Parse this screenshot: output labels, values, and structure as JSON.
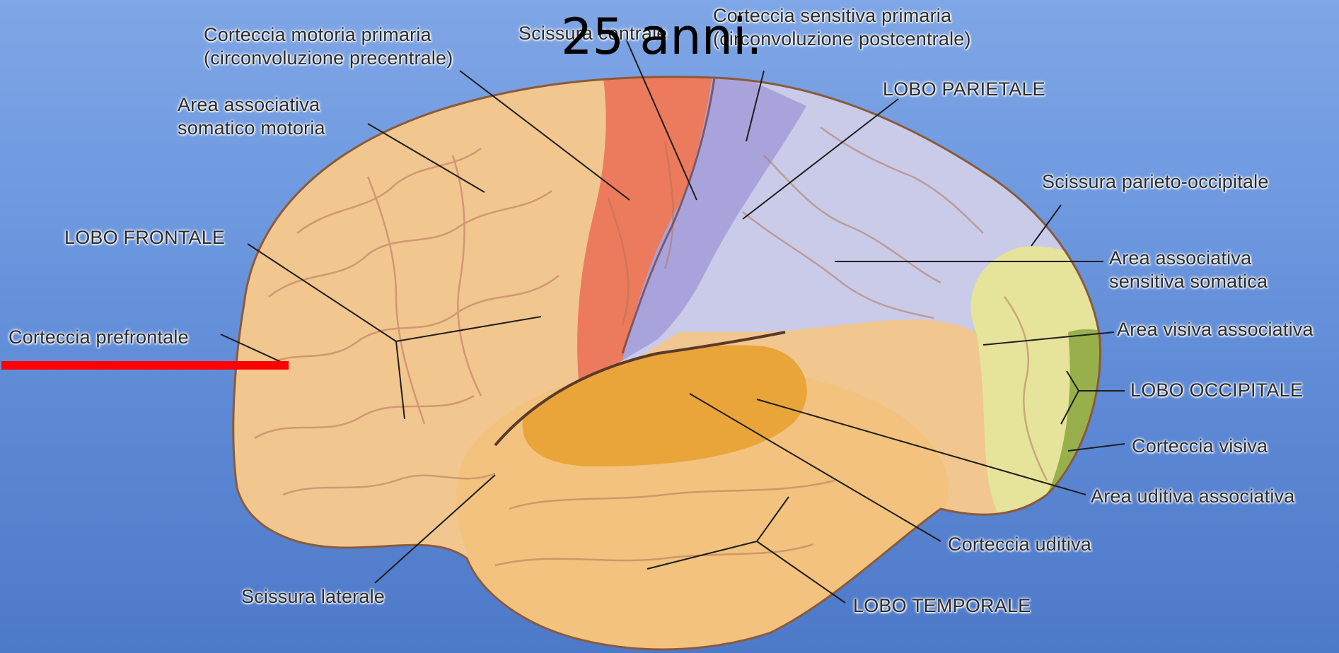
{
  "title": "25 anni.",
  "colors": {
    "background": "#6f9ae0",
    "frontal": "#f2c68f",
    "motor": "#ec7a5c",
    "somatosensory": "#a9a3dc",
    "parietal": "#c9cbe8",
    "occipital_assoc": "#e6e39b",
    "visual_cortex": "#98b04c",
    "temporal": "#f2c27e",
    "auditory": "#e9a43a",
    "highlight_bar": "#ff0000"
  },
  "labels": {
    "corteccia_motoria_line1": "Corteccia motoria primaria",
    "corteccia_motoria_line2": "(circonvoluzione precentrale)",
    "scissura_centrale": "Scissura centrale",
    "corteccia_sensitiva_line1": "Corteccia sensitiva primaria",
    "corteccia_sensitiva_line2": "(circonvoluzione postcentrale)",
    "lobo_parietale": "LOBO PARIETALE",
    "area_assoc_motoria_line1": "Area associativa",
    "area_assoc_motoria_line2": "somatico motoria",
    "scissura_parieto_occipitale": "Scissura parieto-occipitale",
    "lobo_frontale": "LOBO FRONTALE",
    "area_assoc_sensitiva_line1": "Area associativa",
    "area_assoc_sensitiva_line2": "sensitiva somatica",
    "corteccia_prefrontale": "Corteccia prefrontale",
    "area_visiva_associativa": "Area visiva associativa",
    "lobo_occipitale": "LOBO OCCIPITALE",
    "corteccia_visiva": "Corteccia visiva",
    "area_uditiva_associativa": "Area uditiva associativa",
    "corteccia_uditiva": "Corteccia uditiva",
    "scissura_laterale": "Scissura laterale",
    "lobo_temporale": "LOBO TEMPORALE"
  }
}
